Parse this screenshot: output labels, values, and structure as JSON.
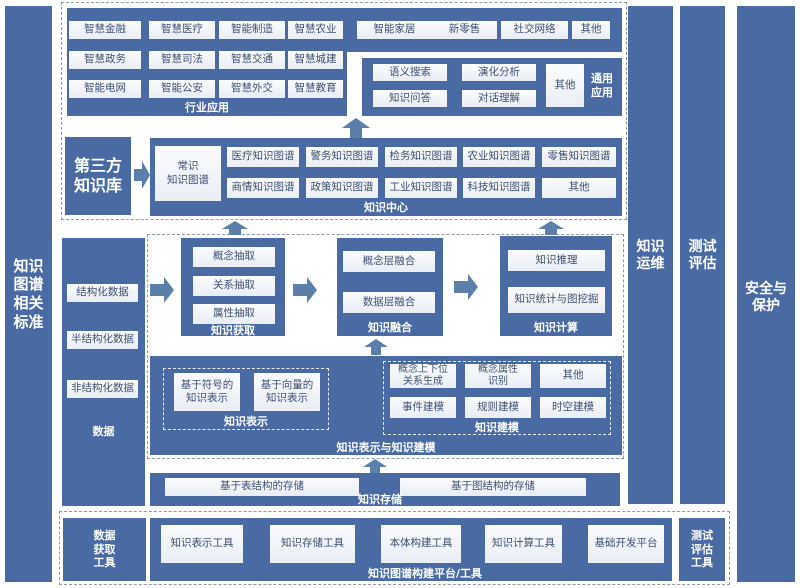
{
  "colors": {
    "primary": "#4a6aa3",
    "cell": "#f2f4f8",
    "cell_text": "#3d4f72",
    "dash": "#8f99a8"
  },
  "left_column": {
    "label": "知识\n图谱\n相关\n标准"
  },
  "right_columns": {
    "ops": "知识\n运维",
    "eval": "测试\n评估",
    "security": "安全与\n保护"
  },
  "industry_apps": {
    "title": "行业应用",
    "row1": [
      "智慧金融",
      "智慧医疗",
      "智能制造",
      "智慧农业",
      "智能家居",
      "新零售",
      "社交网络",
      "其他"
    ],
    "row2": [
      "智慧政务",
      "智慧司法",
      "智慧交通",
      "智慧城建"
    ],
    "row3": [
      "智能电网",
      "智能公安",
      "智慧外交",
      "智慧教育"
    ]
  },
  "general_apps": {
    "title": "通用\n应用",
    "items": [
      "语义搜索",
      "演化分析",
      "知识问答",
      "对话理解"
    ],
    "other": "其他"
  },
  "third_party": {
    "label": "第三方\n知识库"
  },
  "knowledge_center": {
    "title": "知识中心",
    "common": "常识\n知识图谱",
    "row1": [
      "医疗知识图谱",
      "警务知识图谱",
      "检务知识图谱",
      "农业知识图谱",
      "零售知识图谱"
    ],
    "row2": [
      "商情知识图谱",
      "政策知识图谱",
      "工业知识图谱",
      "科技知识图谱",
      "其他"
    ]
  },
  "data": {
    "title": "数据",
    "items": [
      "结构化数据",
      "半结构化数据",
      "非结构化数据"
    ]
  },
  "acquisition": {
    "title": "知识获取",
    "items": [
      "概念抽取",
      "关系抽取",
      "属性抽取"
    ]
  },
  "fusion": {
    "title": "知识融合",
    "items": [
      "概念层融合",
      "数据层融合"
    ]
  },
  "computation": {
    "title": "知识计算",
    "items": [
      "知识推理",
      "知识统计与图挖掘"
    ]
  },
  "repr_modeling": {
    "title": "知识表示与知识建模",
    "representation": {
      "title": "知识表示",
      "items": [
        "基于符号的\n知识表示",
        "基于向量的\n知识表示"
      ]
    },
    "modeling": {
      "title": "知识建模",
      "items": [
        "概念上下位\n关系生成",
        "概念属性\n识别",
        "其他",
        "事件建模",
        "规则建模",
        "时空建模"
      ]
    }
  },
  "storage": {
    "title": "知识存储",
    "items": [
      "基于表结构的存储",
      "基于图结构的存储"
    ]
  },
  "tools": {
    "data_tools": "数据\n获取\n工具",
    "title": "知识图谱构建平台/工具",
    "items": [
      "知识表示工具",
      "知识存储工具",
      "本体构建工具",
      "知识计算工具",
      "基础开发平台"
    ],
    "eval_tools": "测试\n评估\n工具"
  }
}
